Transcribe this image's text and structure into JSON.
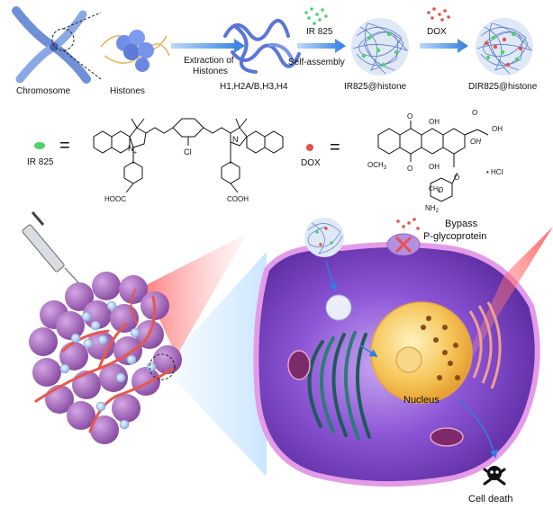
{
  "top_row": {
    "chromosome_label": "Chromosome",
    "histones_label": "Histones",
    "extraction_label_line1": "Extraction of",
    "extraction_label_line2": "Histones",
    "histone_types_label": "H1,H2A/B,H3,H4",
    "ir825_reagent": "IR 825",
    "self_assembly_label": "Self-assembly",
    "ir825_histone_label": "IR825@histone",
    "dox_reagent": "DOX",
    "dir825_histone_label": "DIR825@histone"
  },
  "legend": {
    "ir825_label": "IR 825",
    "dox_label": "DOX",
    "equals": "=",
    "ir825_colors": {
      "dot": "#4fd06a"
    },
    "dox_colors": {
      "dot": "#e8504a"
    }
  },
  "ir825_structure": {
    "cooh_left": "HOOC",
    "cooh_right": "COOH",
    "cl": "Cl",
    "n_plus": "N",
    "n_right": "N",
    "plus": "+"
  },
  "dox_structure": {
    "o_top_left": "O",
    "oh_top": "OH",
    "o_ketone": "O",
    "oh_side": "OH",
    "oh_chain": "OH",
    "och3": "OCH",
    "och3_sub": "3",
    "o_bottom": "O",
    "oh_bottom": "OH",
    "o_ring": "O",
    "ch3": "CH",
    "ch3_sub": "3",
    "nh2": "NH",
    "nh2_sub": "2",
    "hcl": "• HCl",
    "o_sugar_ring": "O"
  },
  "cell": {
    "bypass_line1": "Bypass",
    "bypass_line2": "P-glycoprotein",
    "nucleus_label": "Nucleus",
    "cell_death_label": "Cell death"
  },
  "colors": {
    "arrow_blue": "#2f7fe0",
    "tumor_purple": "#9b62b8",
    "vessel_red": "#e8574a",
    "cell_purple": "#7a3fc0",
    "membrane_pink": "#e39be8",
    "nucleus_yellow": "#f4c24a",
    "laser_red": "#f25b5b"
  }
}
